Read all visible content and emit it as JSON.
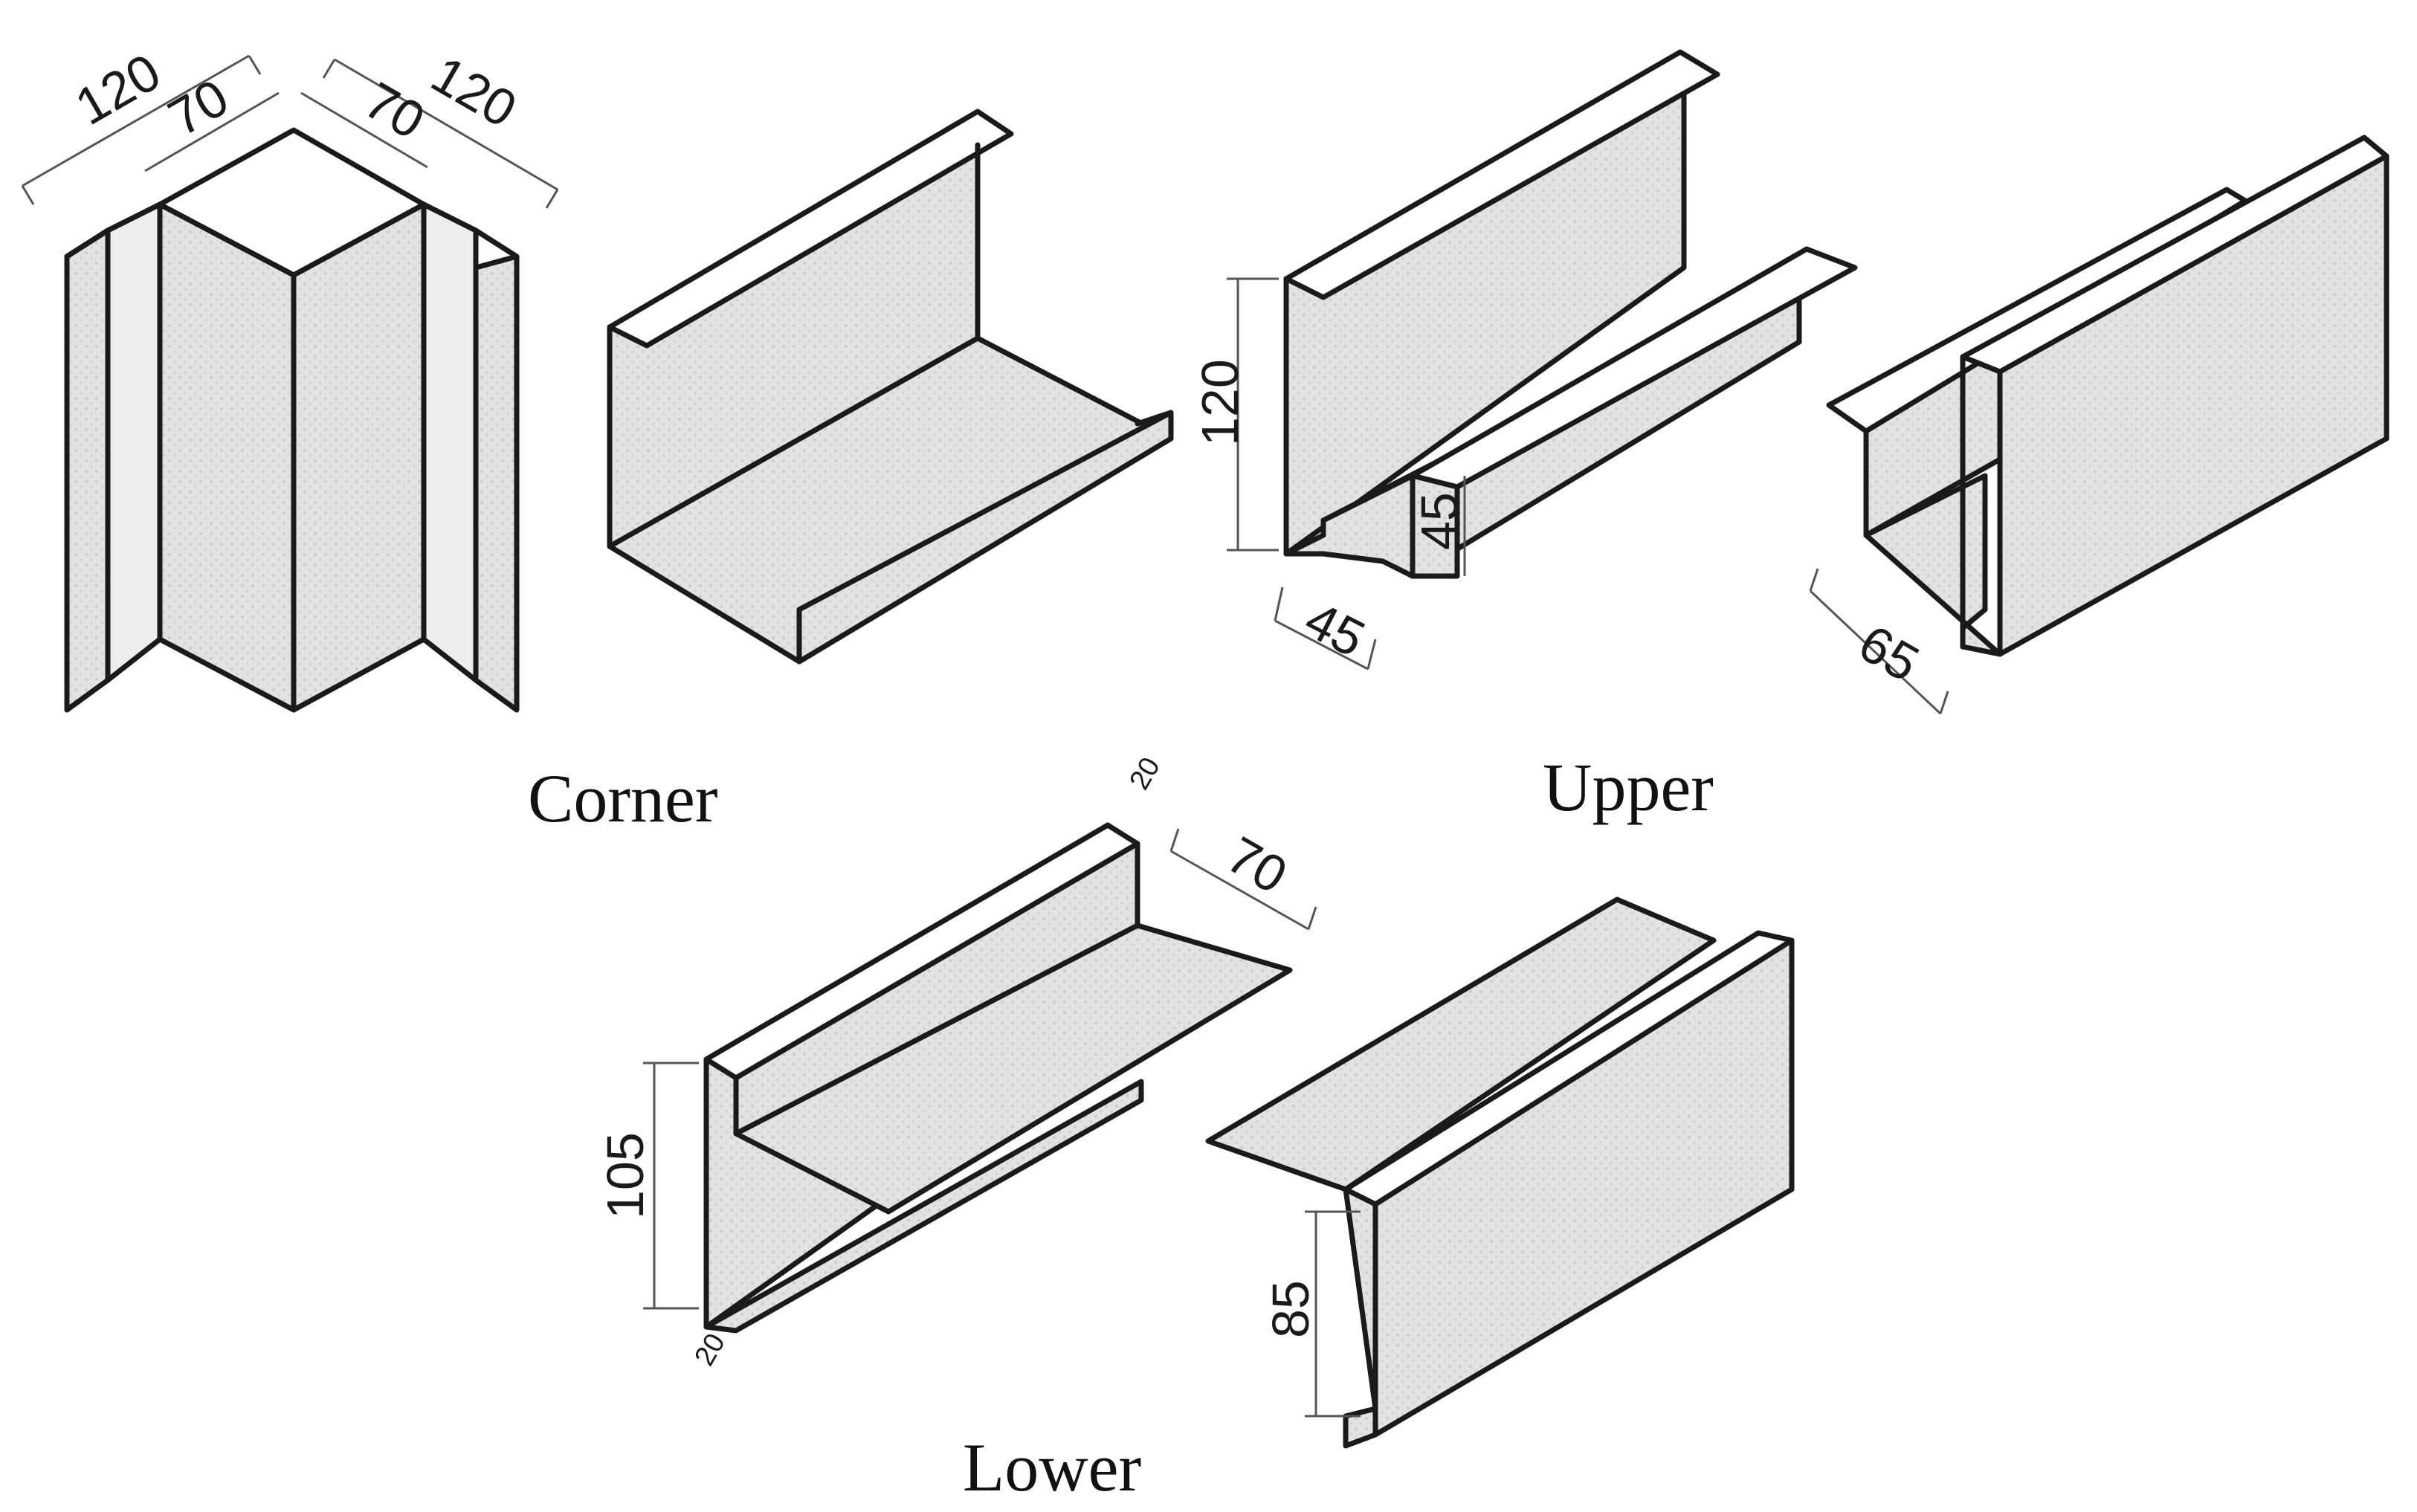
{
  "captions": {
    "corner": "Corner",
    "upper": "Upper",
    "lower": "Lower"
  },
  "dimensions": {
    "corner_top_left_outer": "120",
    "corner_top_left_inner": "70",
    "corner_top_right_inner": "70",
    "corner_top_right_outer": "120",
    "upper_height": "120",
    "upper_lip": "45",
    "upper_flange": "45",
    "upper_right_width": "65",
    "lower_top_small": "20",
    "lower_top_width": "70",
    "lower_height_left": "105",
    "lower_bottom_small": "20",
    "lower_height_right": "85"
  },
  "colors": {
    "line": "#1a1a1a",
    "fill": "#dcdcdc",
    "dimension": "#555555"
  }
}
